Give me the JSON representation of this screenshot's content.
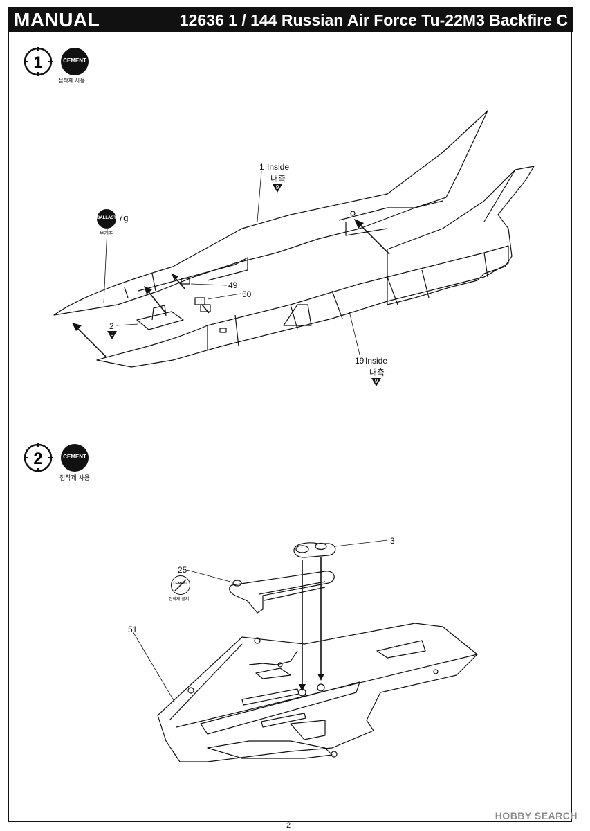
{
  "header": {
    "section_label": "MANUAL",
    "title": "12636 1 / 144 Russian Air Force Tu-22M3 Backfire C"
  },
  "steps": [
    {
      "number": "1",
      "cement_label": "CEMENT",
      "cement_note": "접착제 사용",
      "ballast": {
        "badge": "BALLAST",
        "note": "무게추",
        "weight": "7g"
      },
      "callouts": [
        {
          "id": "1",
          "text": "Inside",
          "kr": "내측",
          "ref": "9"
        },
        {
          "id": "2",
          "ref": "9"
        },
        {
          "id": "49"
        },
        {
          "id": "50"
        },
        {
          "id": "19",
          "text": "Inside",
          "kr": "내측",
          "ref": "9"
        }
      ]
    },
    {
      "number": "2",
      "cement_label": "CEMENT",
      "cement_note": "접착제 사용",
      "no_cement": {
        "label": "CEMENT",
        "note": "접착제 금지"
      },
      "callouts": [
        {
          "id": "3"
        },
        {
          "id": "25"
        },
        {
          "id": "51"
        }
      ]
    }
  ],
  "footer": {
    "page": "2",
    "watermark": "HOBBY SEARCH"
  }
}
